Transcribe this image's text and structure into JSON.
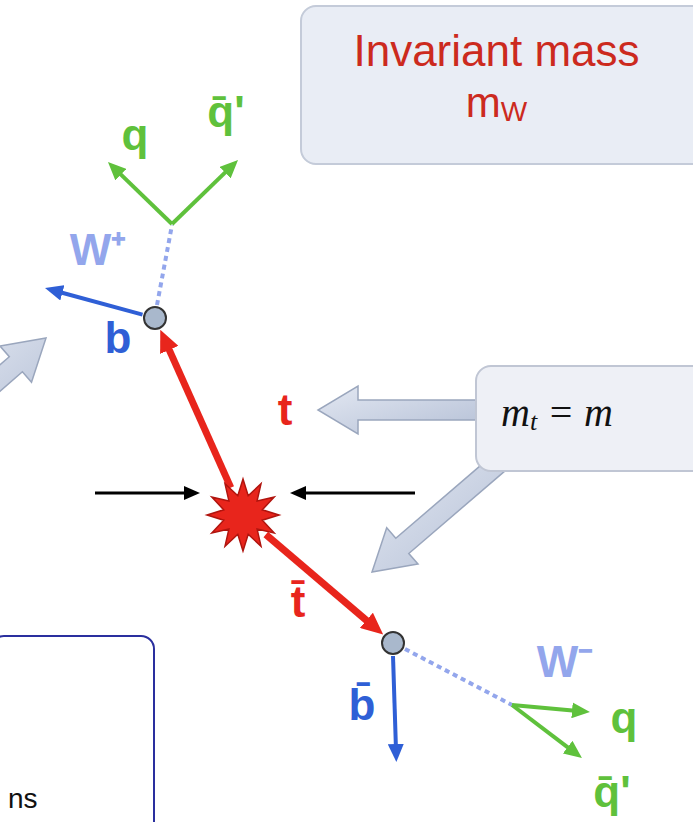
{
  "diagram": {
    "nodes": [
      {
        "text": [
          "Invariant mass",
          "m",
          "W"
        ]
      },
      {
        "text": [
          "m",
          "t",
          "= m"
        ]
      },
      {
        "text": [
          "ns"
        ]
      }
    ],
    "labels": [
      "q",
      "q̄'",
      "W⁺",
      "b",
      "t",
      "t̄",
      "b̄",
      "W⁻",
      "q",
      "q̄'"
    ]
  }
}
